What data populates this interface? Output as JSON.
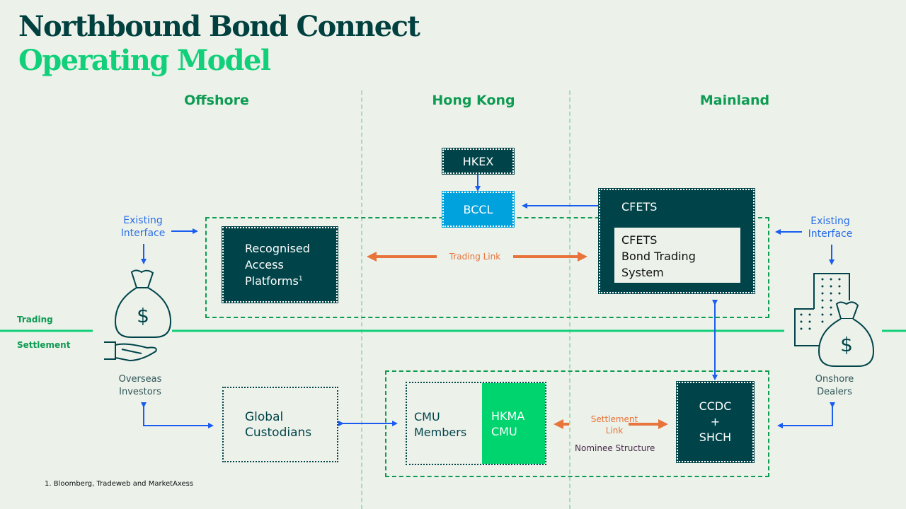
{
  "title": {
    "line1": "Northbound Bond Connect",
    "line2": "Operating Model"
  },
  "regions": {
    "offshore": "Offshore",
    "hong_kong": "Hong Kong",
    "mainland": "Mainland"
  },
  "lanes": {
    "trading": "Trading",
    "settlement": "Settlement"
  },
  "nodes": {
    "hkex": "HKEX",
    "bccl": "BCCL",
    "cfets_header": "CFETS",
    "cfets_inner": [
      "CFETS",
      "Bond Trading",
      "System"
    ],
    "rap": [
      "Recognised",
      "Access",
      "Platforms"
    ],
    "rap_footnote_mark": "1",
    "global_custodians": [
      "Global",
      "Custodians"
    ],
    "cmu_members": [
      "CMU",
      "Members"
    ],
    "hkma_cmu": [
      "HKMA",
      "CMU"
    ],
    "ccdc_shch": [
      "CCDC",
      "+",
      "SHCH"
    ]
  },
  "actors": {
    "overseas_investors": [
      "Overseas",
      "Investors"
    ],
    "onshore_dealers": [
      "Onshore",
      "Dealers"
    ]
  },
  "links": {
    "existing_interface_left": [
      "Existing",
      "Interface"
    ],
    "existing_interface_right": [
      "Existing",
      "Interface"
    ],
    "trading_link": "Trading Link",
    "settlement_link": [
      "Settlement",
      "Link"
    ],
    "nominee_structure": "Nominee Structure"
  },
  "footnote": "1. Bloomberg, Tradeweb and MarketAxess",
  "colors": {
    "dark_teal": "#004449",
    "bright_green": "#00d46e",
    "accent_green": "#0e9b52",
    "bccl_blue": "#00a2de",
    "arrow_blue": "#1a5cf0",
    "arrow_orange": "#e8743b",
    "background": "#ecf1ea"
  }
}
